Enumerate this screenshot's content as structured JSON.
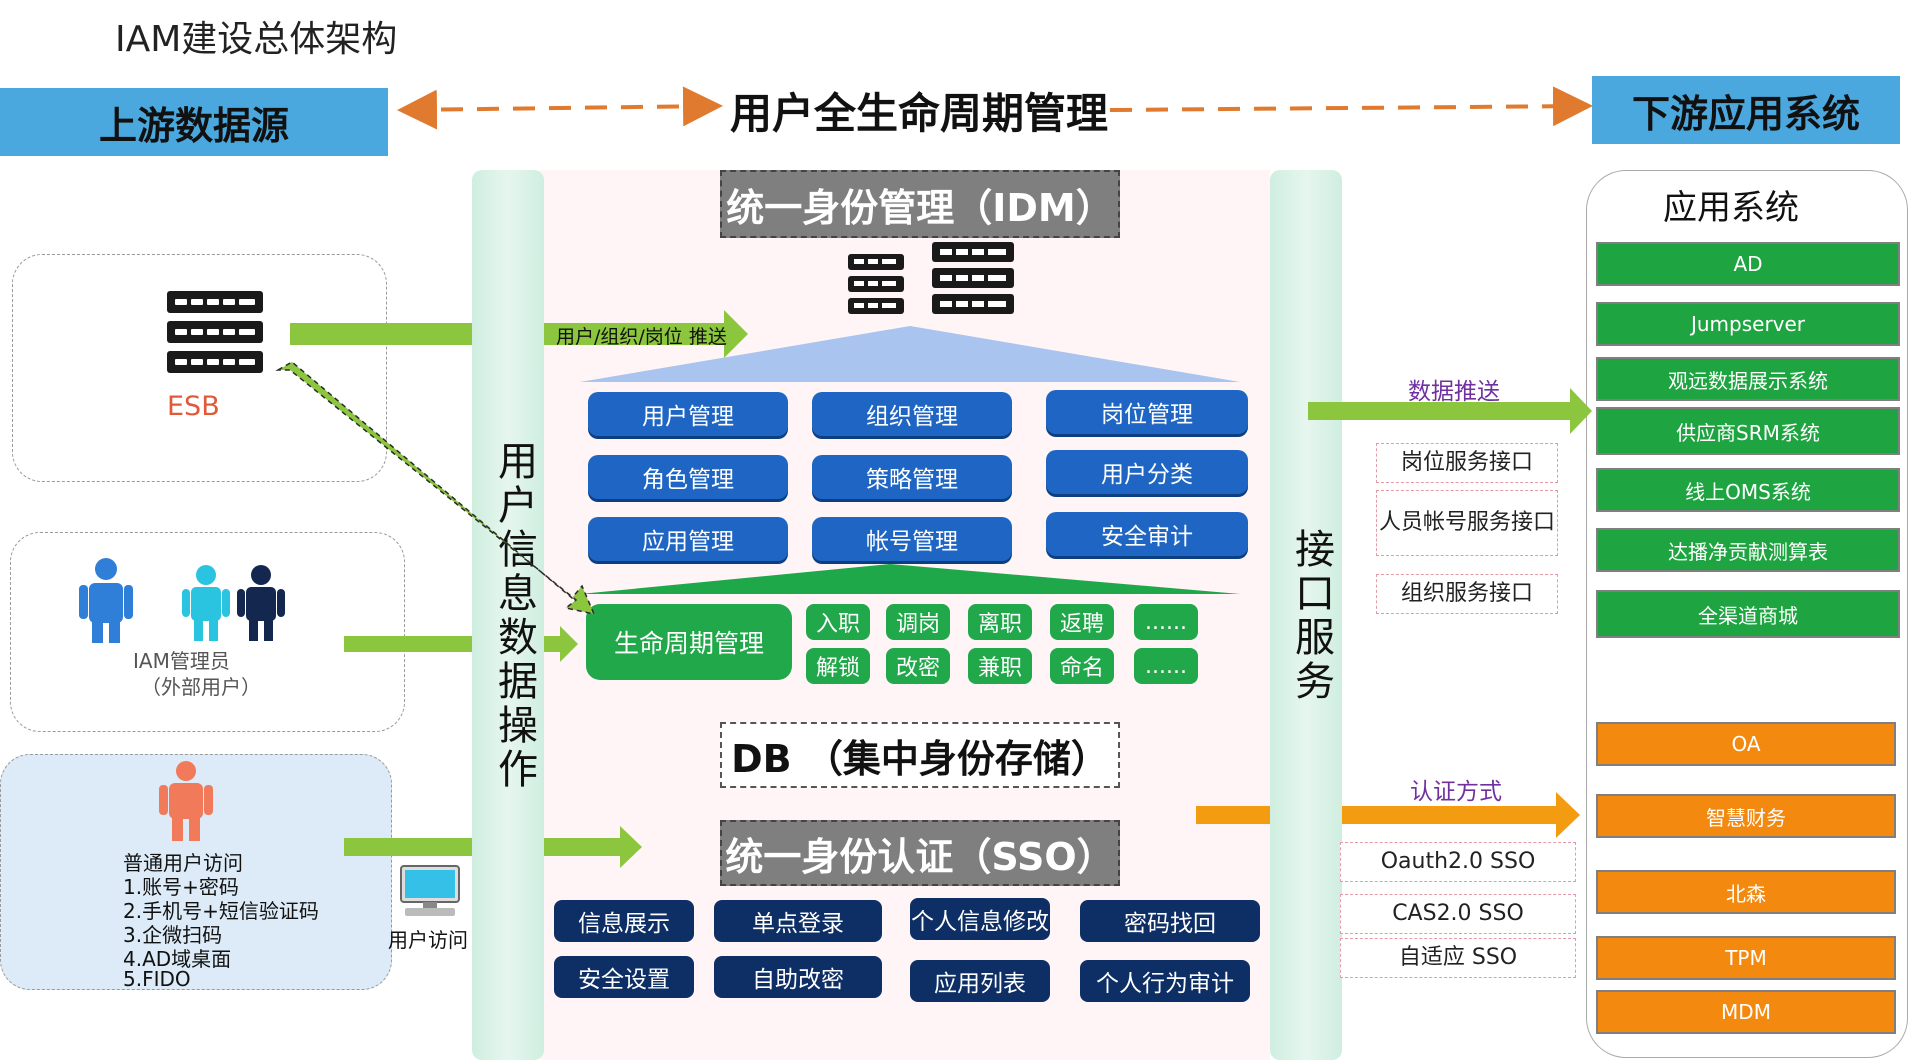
{
  "page_title": "IAM建设总体架构",
  "header": {
    "upstream": "上游数据源",
    "lifecycle": "用户全生命周期管理",
    "downstream": "下游应用系统"
  },
  "sources": {
    "esb_label": "ESB",
    "admin_label": "IAM管理员",
    "admin_sub": "（外部用户）",
    "user_title": "普通用户访问",
    "user_methods": [
      "1.账号+密码",
      "2.手机号+短信验证码",
      "3.企微扫码",
      "4.AD域桌面",
      "5.FIDO"
    ],
    "terminal_label": "用户访问"
  },
  "left_column_label": "用户信息数据操作",
  "right_column_label": "接口服务",
  "idm": {
    "title": "统一身份管理（IDM）",
    "push_label": "用户/组织/岗位 推送",
    "modules": [
      "用户管理",
      "组织管理",
      "岗位管理",
      "角色管理",
      "策略管理",
      "用户分类",
      "应用管理",
      "帐号管理",
      "安全审计"
    ],
    "lifecycle_title": "生命周期管理",
    "lifecycle_items": [
      "入职",
      "调岗",
      "离职",
      "返聘",
      "......",
      "解锁",
      "改密",
      "兼职",
      "命名",
      "......"
    ]
  },
  "db": {
    "title": "DB （集中身份存储）"
  },
  "sso": {
    "title": "统一身份认证（SSO）",
    "features": [
      "信息展示",
      "单点登录",
      "个人信息修改",
      "密码找回",
      "安全设置",
      "自助改密",
      "应用列表",
      "个人行为审计"
    ]
  },
  "interfaces": {
    "data_push_label": "数据推送",
    "data_items": [
      "岗位服务接口",
      "人员帐号服务接口",
      "组织服务接口"
    ],
    "auth_label": "认证方式",
    "auth_items": [
      "Oauth2.0 SSO",
      "CAS2.0 SSO",
      "自适应 SSO"
    ]
  },
  "apps": {
    "title": "应用系统",
    "green": [
      "AD",
      "Jumpserver",
      "观远数据展示系统",
      "供应商SRM系统",
      "线上OMS系统",
      "达播净贡献测算表",
      "全渠道商城"
    ],
    "orange": [
      "OA",
      "智慧财务",
      "北森",
      "TPM",
      "MDM"
    ]
  },
  "colors": {
    "banner_blue": "#4aa8de",
    "module_blue": "#1f66c4",
    "navy": "#0e2f66",
    "green": "#20a84a",
    "orange": "#f4890f",
    "arrow_green": "#8cc63f",
    "arrow_orange": "#f39c12",
    "dashed_arrow": "#e07a2e"
  }
}
